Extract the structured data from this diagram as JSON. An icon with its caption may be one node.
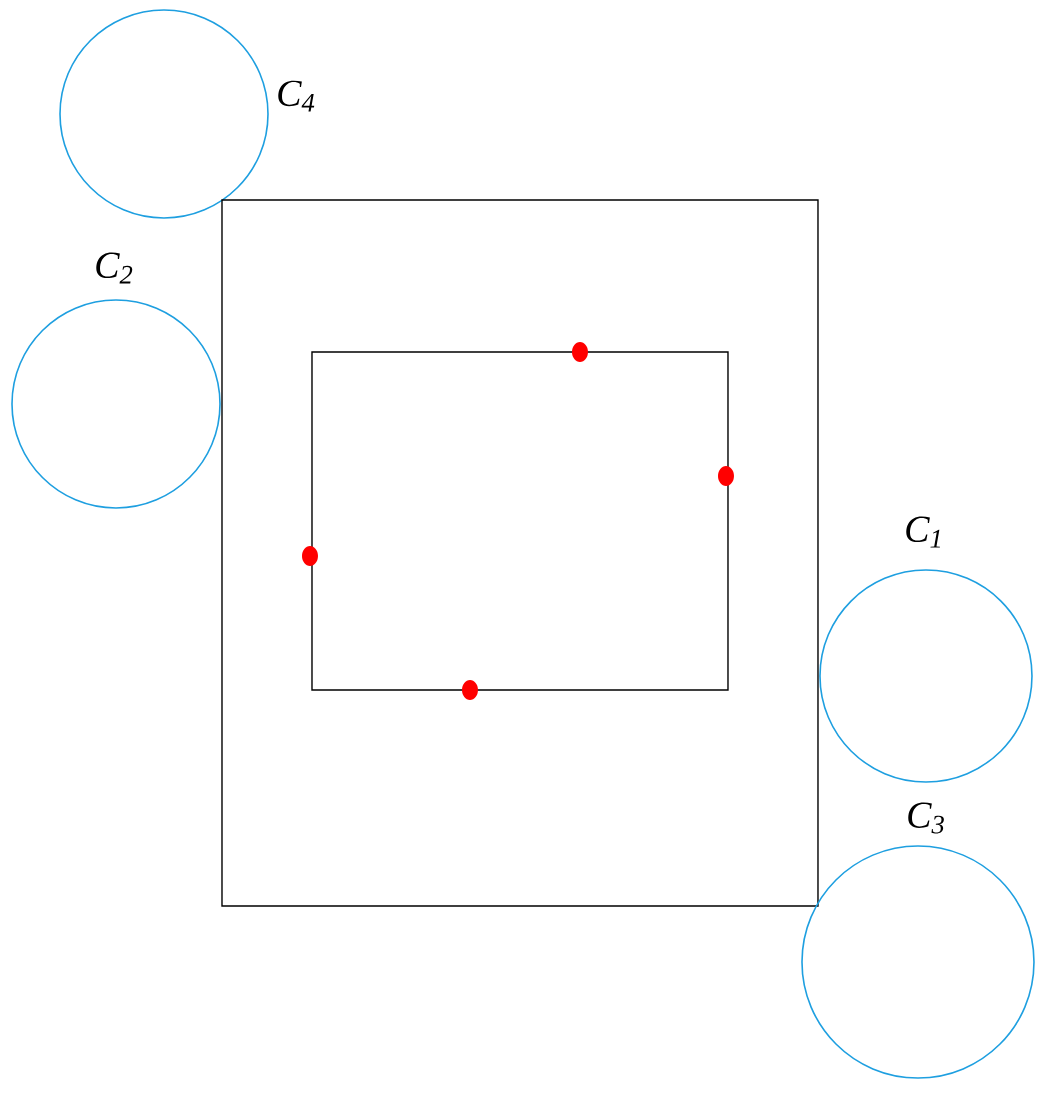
{
  "diagram": {
    "nodes": [
      {
        "text": [
          "C$_{4}$"
        ]
      },
      {
        "text": [],
        "shape": "box"
      },
      {
        "text": [
          "C$_{2}$"
        ]
      },
      {
        "text": [],
        "shape": "box",
        "in": 1
      },
      {
        "text": [
          "C$_{1}$"
        ]
      },
      {
        "text": [
          "C$_{3}$"
        ]
      }
    ]
  }
}
